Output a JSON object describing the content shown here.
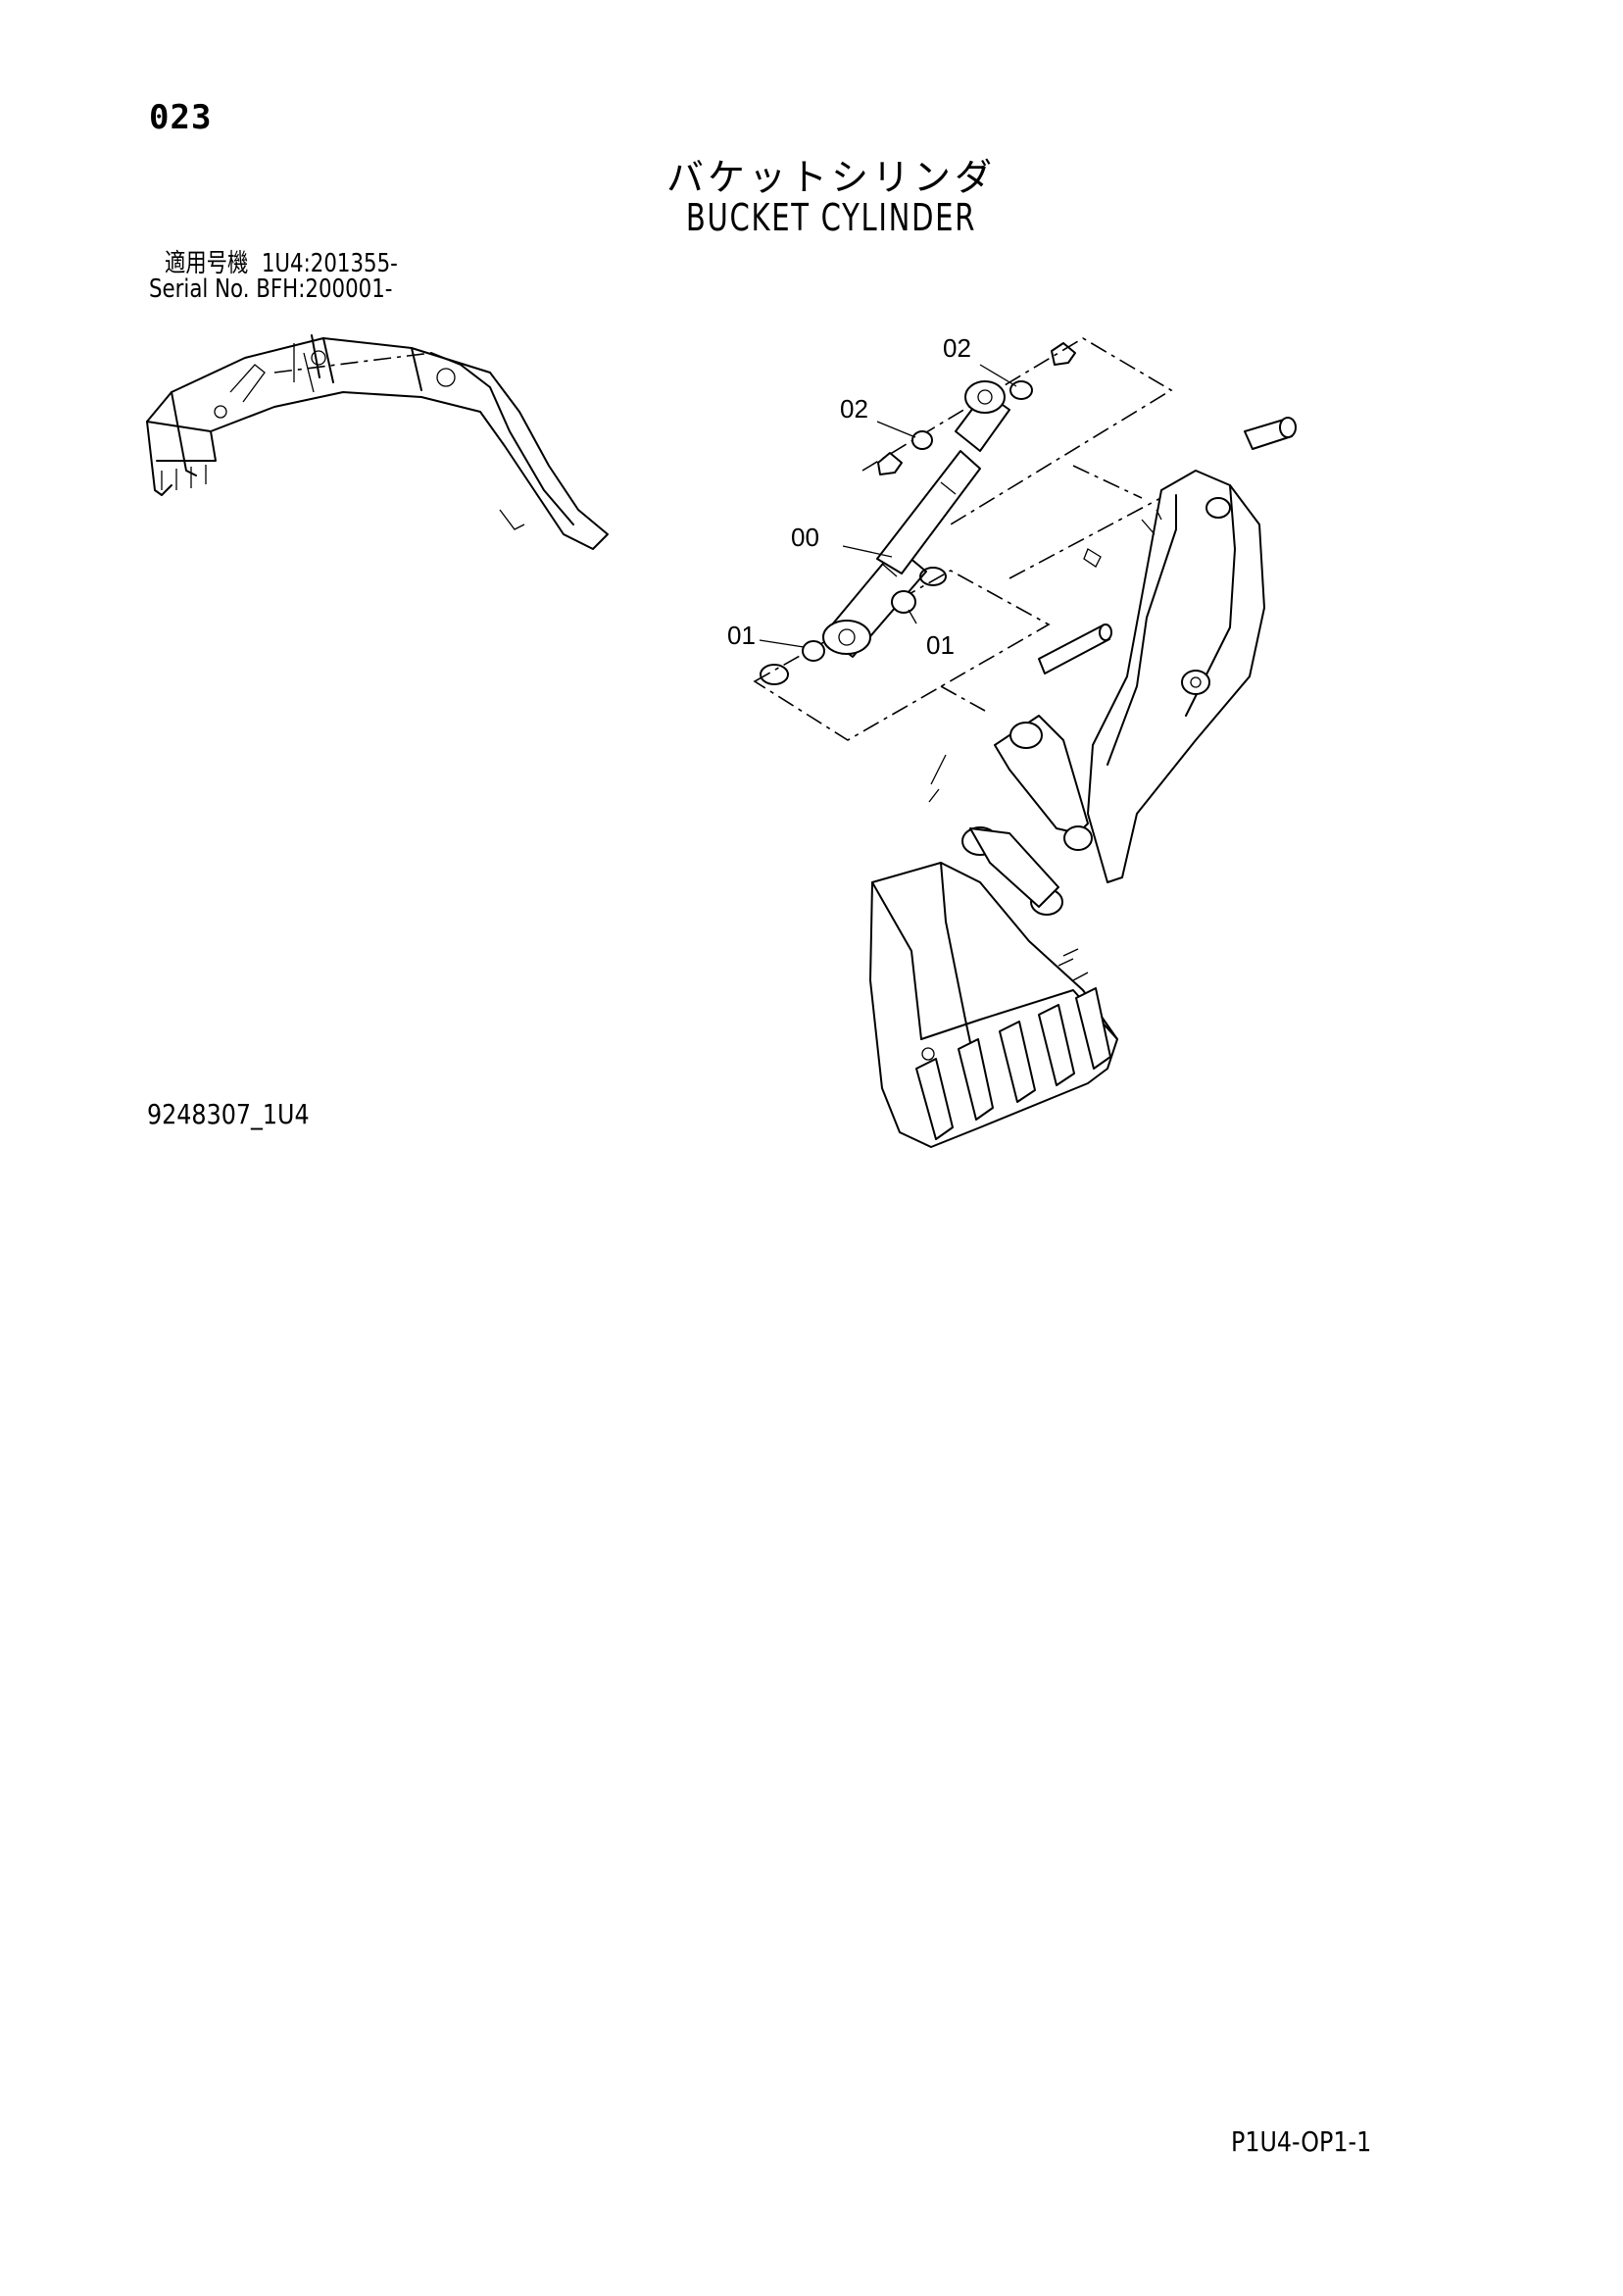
{
  "page": {
    "number": "023",
    "title_jp": "バケットシリンダ",
    "title_en": "BUCKET CYLINDER",
    "serial": {
      "label_jp": "適用号機",
      "label_en": "Serial No.",
      "range_1": "1U4:201355-",
      "range_2": "BFH:200001-"
    },
    "drawing_code": "9248307_1U4",
    "page_code": "P1U4-OP1-1"
  },
  "callouts": [
    "02",
    "02",
    "00",
    "01",
    "01"
  ]
}
